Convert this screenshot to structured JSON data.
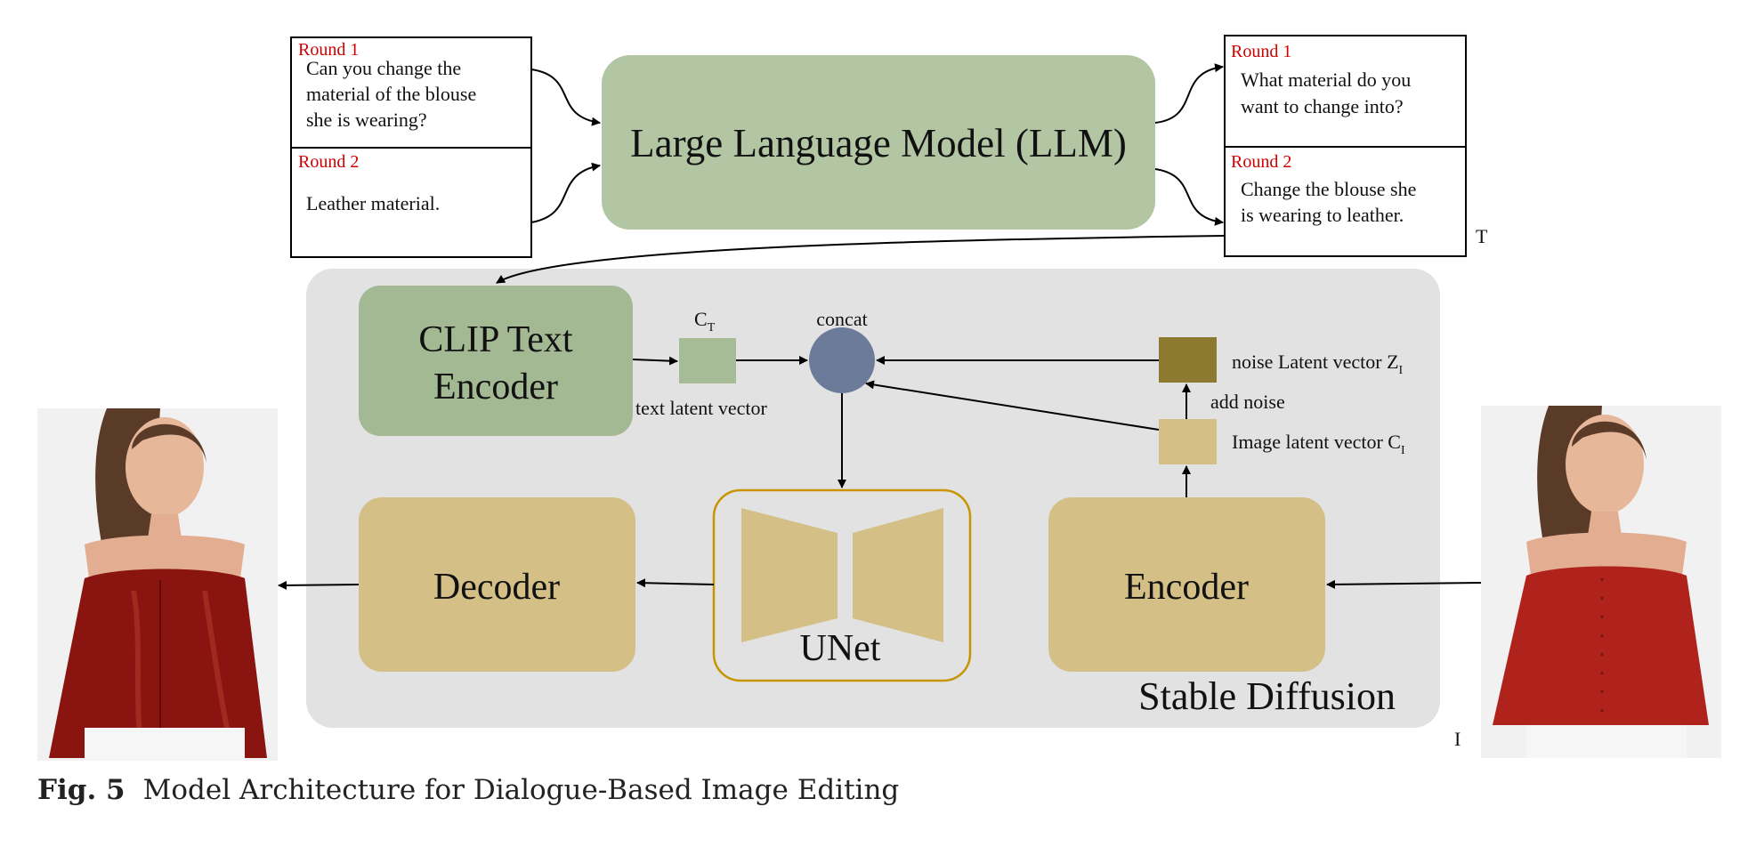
{
  "dialogue": {
    "input_round1_tag": "Round 1",
    "input_round1_lines": [
      "Can you change the",
      "material of the blouse",
      "she is wearing?"
    ],
    "input_round2_tag": "Round 2",
    "input_round2_text": "Leather material.",
    "output_round1_tag": "Round 1",
    "output_round1_lines": [
      "What material do you",
      "want to change into?"
    ],
    "output_round2_tag": "Round 2",
    "output_round2_lines": [
      "Change the blouse she",
      "is wearing to leather."
    ],
    "text_input_marker": "T",
    "image_input_marker": "I"
  },
  "blocks": {
    "llm": "Large Language Model (LLM)",
    "clip_lines": [
      "CLIP Text",
      "Encoder"
    ],
    "decoder": "Decoder",
    "unet": "UNet",
    "encoder": "Encoder",
    "stable_diffusion": "Stable Diffusion"
  },
  "vectors": {
    "ct_main": "C",
    "ct_sub": "T",
    "text_latent": "text latent vector",
    "concat": "concat",
    "noise_latent_main": "noise Latent vector Z",
    "noise_latent_sub": "I",
    "add_noise": "add noise",
    "image_latent_main": "Image latent vector C",
    "image_latent_sub": "I"
  },
  "caption": {
    "label": "Fig. 5",
    "text": "Model Architecture for Dialogue-Based Image Editing"
  },
  "colors": {
    "llm_green": "#b2c6a3",
    "clip_green": "#a3b994",
    "ct_green": "#a6bc96",
    "tan": "#d4c087",
    "unet_border": "#c89400",
    "noise_brown": "#8b7a2f",
    "concat_blue": "#6c7b9a",
    "panel_gray": "#e2e2e2",
    "round_red": "#d10000",
    "blouse_red": "#b0231c",
    "leather_red": "#8a1410"
  }
}
